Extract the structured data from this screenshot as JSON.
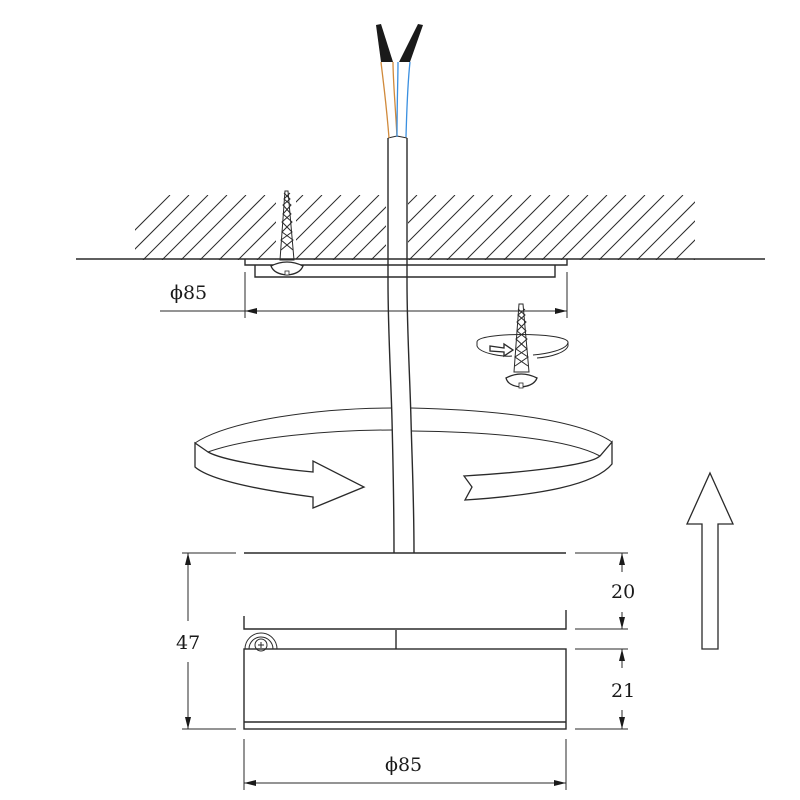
{
  "diagram": {
    "type": "installation-drawing",
    "subject": "Surface-mounted round ceiling downlight installation",
    "colors": {
      "line": "#2a2a2a",
      "wire_brown": "#d08a3c",
      "wire_blue": "#3a8fe0",
      "wire_tip": "#1a1a1a",
      "background": "#ffffff"
    },
    "labels": {
      "mount_plate_diameter": "ϕ85",
      "fixture_diameter": "ϕ85",
      "total_height": "47",
      "gap_height": "20",
      "body_height": "21"
    },
    "steps": [
      "Pass supply cable (brown/blue wires) through ceiling",
      "Screw mounting plate to ceiling",
      "Rotate fixture to lock onto plate",
      "Push fixture upward"
    ],
    "icons": [
      "ceiling-hatch",
      "supply-cable-icon",
      "ceiling-screw-icon",
      "loose-screw-rotate-icon",
      "twist-lock-rotate-arrow-icon",
      "push-up-arrow-icon",
      "fixture-body",
      "locking-screw-icon"
    ]
  }
}
